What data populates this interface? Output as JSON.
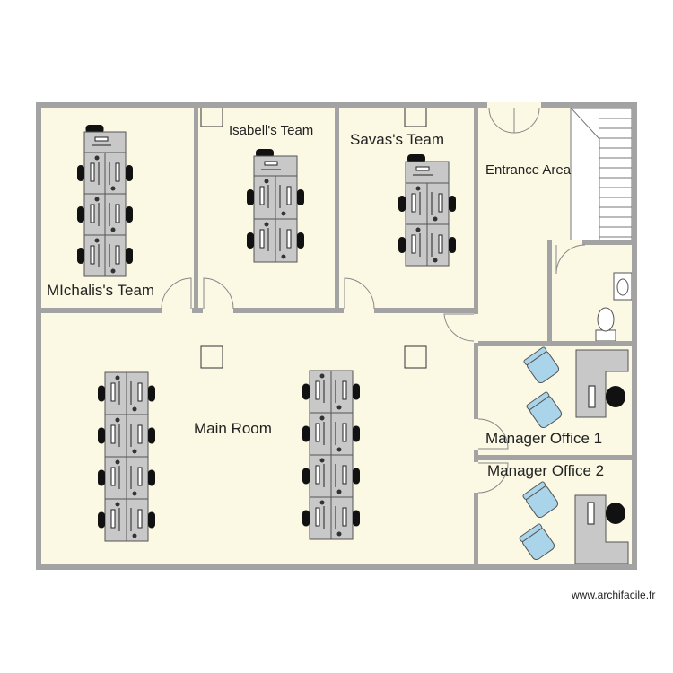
{
  "colors": {
    "floor": "#fbf8e4",
    "wall": "#a3a3a3",
    "desk": "#c8c8c8",
    "chair": "#111111",
    "armchair": "#a9d4ea"
  },
  "rooms": {
    "michalis": "MIchalis's Team",
    "isabell": "Isabell's Team",
    "savas": "Savas's Team",
    "entrance": "Entrance Area",
    "main": "Main Room",
    "manager1": "Manager Office 1",
    "manager2": "Manager Office 2"
  },
  "watermark": "www.archifacile.fr"
}
